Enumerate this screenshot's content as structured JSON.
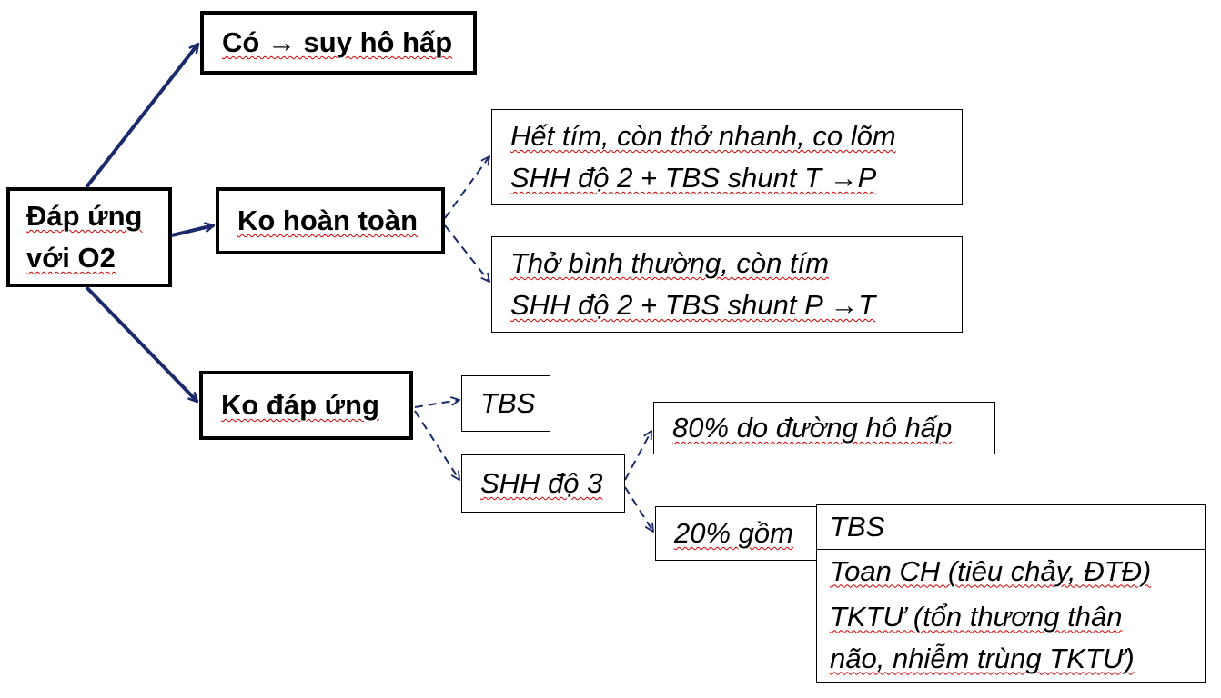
{
  "root": {
    "line1": "Đáp ứng",
    "line2": "với O2"
  },
  "yes_branch": {
    "text": "Có → suy hô hấp"
  },
  "partial_branch": {
    "label": "Ko hoàn toàn",
    "case1": {
      "line1": "Hết tím, còn thở nhanh, co lõm",
      "line2": "SHH độ 2 + TBS shunt T →P"
    },
    "case2": {
      "line1": "Thở bình thường, còn tím",
      "line2": "SHH độ 2 + TBS shunt P →T"
    }
  },
  "none_branch": {
    "label": "Ko đáp ứng",
    "tbs": "TBS",
    "shh3": "SHH độ 3",
    "airway": "80% do đường hô hấp",
    "other": "20% gồm",
    "other_items": [
      "TBS",
      "Toan CH (tiêu chảy, ĐTĐ)",
      "TKTƯ (tổn thương thân",
      "não, nhiễm trùng TKTƯ)"
    ]
  },
  "colors": {
    "arrow": "#1b2a6b",
    "border": "#000000",
    "spellcheck": "#d00000"
  }
}
